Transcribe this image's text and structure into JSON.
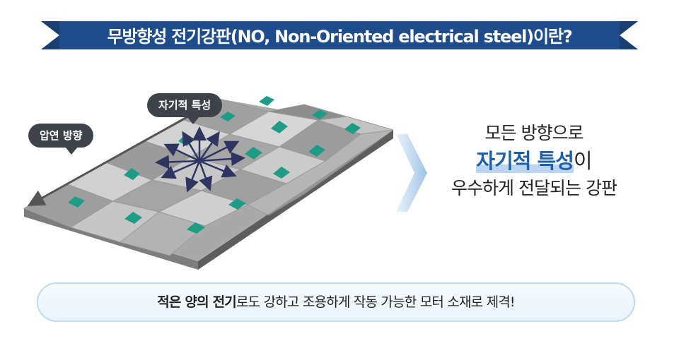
{
  "banner": {
    "title": "무방향성 전기강판(NO, Non-Oriented electrical steel)이란?",
    "color": "#1d4f8f"
  },
  "labels": {
    "rolling_direction": "압연 방향",
    "magnetic_property": "자기적 특성"
  },
  "description": {
    "line1": "모든 방향으로",
    "highlight": "자기적 특성",
    "highlight_suffix": "이",
    "line3": "우수하게 전달되는 강판",
    "highlight_color": "#1d5fa8"
  },
  "footer": {
    "bold": "적은 양의 전기",
    "rest": "로도 강하고 조용하게 작동 가능한 모터 소재로 제격!"
  },
  "icons": [
    "rolling-arrow-icon",
    "multidirection-arrows-icon",
    "grain-crystal-icon",
    "chevron-right-icon"
  ]
}
